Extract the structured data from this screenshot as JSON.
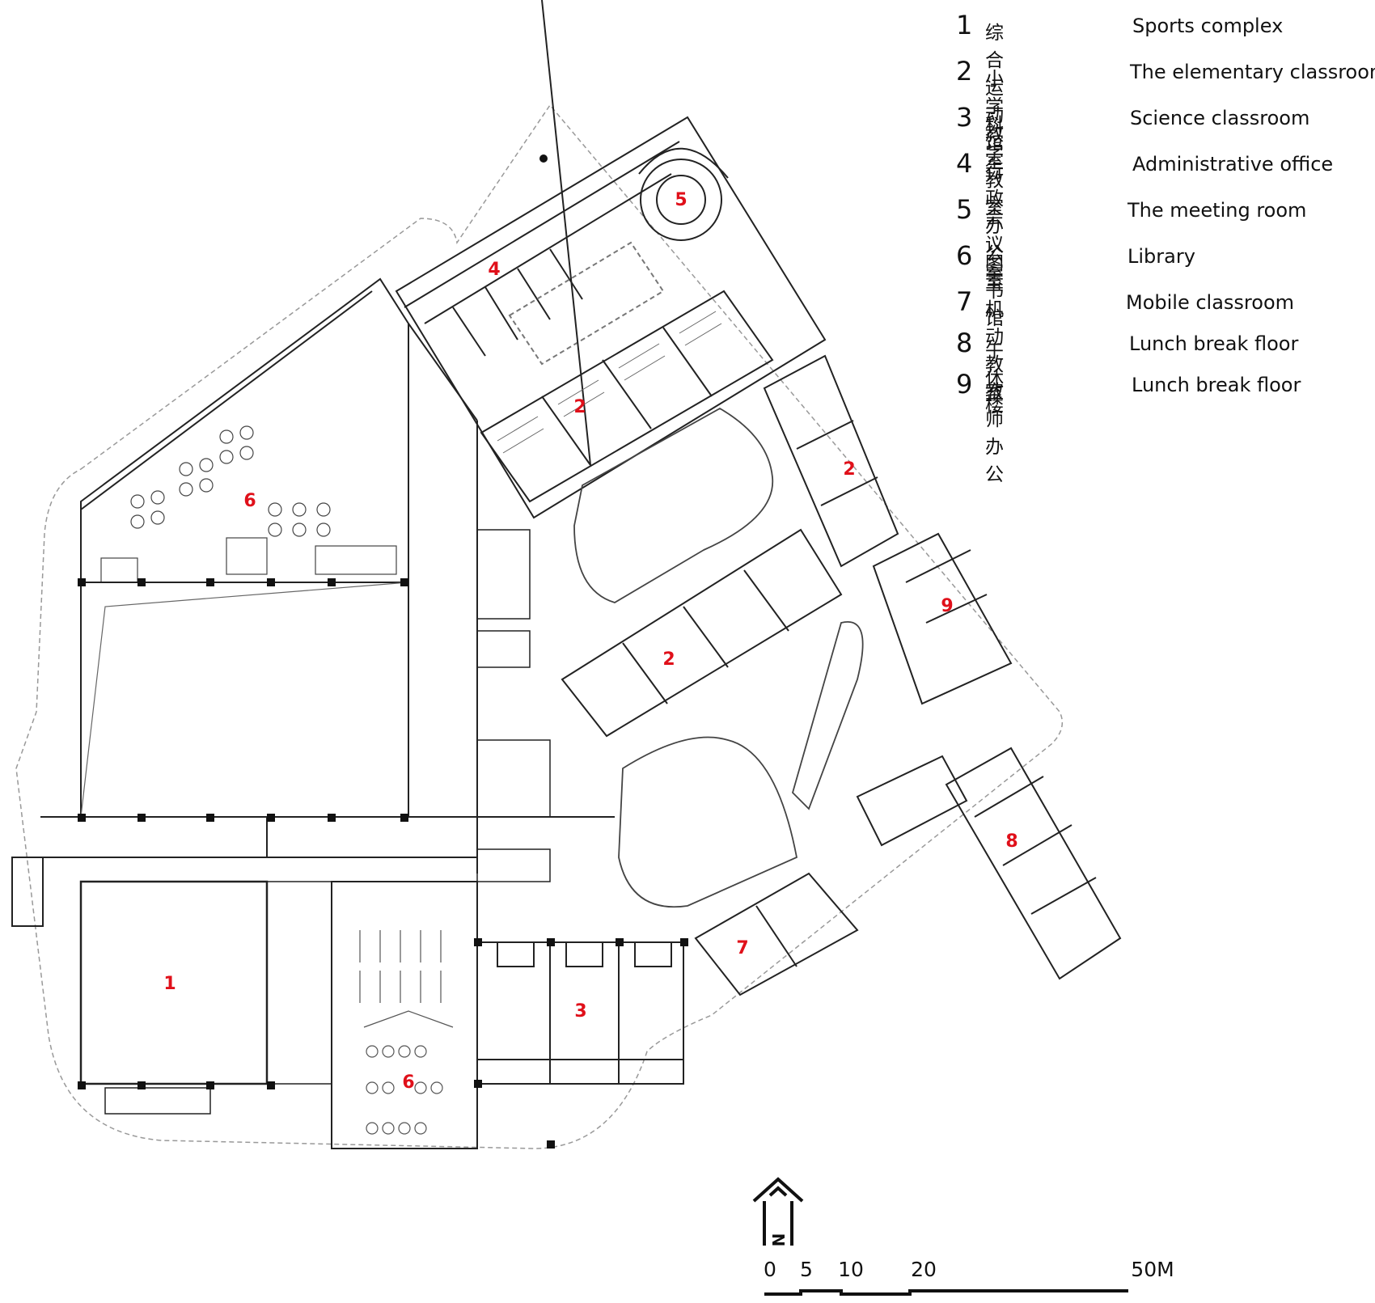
{
  "legend": [
    {
      "num": "1",
      "cn": "综合运动馆",
      "en": "Sports complex"
    },
    {
      "num": "2",
      "cn": "小学教室",
      "en": "The elementary classroom"
    },
    {
      "num": "3",
      "cn": "科学教室",
      "en": "Science classroom"
    },
    {
      "num": "4",
      "cn": "行政办公室",
      "en": "Administrative office"
    },
    {
      "num": "5",
      "cn": "会议室",
      "en": "The meeting room"
    },
    {
      "num": "6",
      "cn": "图书馆",
      "en": "Library"
    },
    {
      "num": "7",
      "cn": "机动教室",
      "en": "Mobile classroom"
    },
    {
      "num": "8",
      "cn": "午休楼",
      "en": "Lunch break floor"
    },
    {
      "num": "9",
      "cn": "教师办公",
      "en": "Lunch break floor"
    }
  ],
  "room_labels": {
    "sports": "1",
    "classroom_a": "2",
    "classroom_b": "2",
    "classroom_c": "2",
    "science": "3",
    "admin": "4",
    "meeting": "5",
    "library_north": "6",
    "library_south": "6",
    "mobile": "7",
    "lunch": "8",
    "teacher": "9"
  },
  "north_arrow": {
    "label": "N"
  },
  "scale": {
    "ticks": [
      "0",
      "5",
      "10",
      "20",
      "50M"
    ]
  },
  "colors": {
    "label_red": "#e0101a",
    "line": "#222222",
    "dashed": "#888888"
  }
}
